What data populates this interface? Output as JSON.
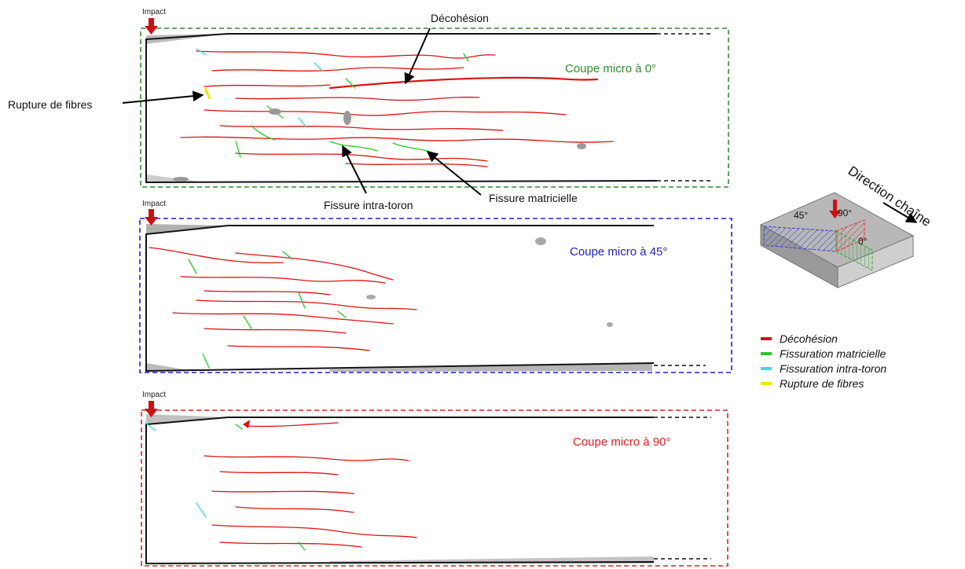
{
  "panels": [
    {
      "impact_label": "Impact",
      "title": "Coupe micro à 0°",
      "color": "#2e8b2e"
    },
    {
      "impact_label": "Impact",
      "title": "Coupe micro à 45°",
      "color": "#2222bb"
    },
    {
      "impact_label": "Impact",
      "title": "Coupe micro à 90°",
      "color": "#dd2222"
    }
  ],
  "callouts": {
    "decohesion": "Décohésion",
    "rupture_fibres": "Rupture de fibres",
    "fissure_intra_toron": "Fissure intra-toron",
    "fissure_matricielle": "Fissure matricielle"
  },
  "schematic": {
    "direction_label": "Direction chaîne",
    "angle_45": "45°",
    "angle_90": "90°",
    "angle_0": "0°"
  },
  "legend": [
    {
      "label": "Décohésion",
      "color": "#dd1111"
    },
    {
      "label": "Fissuration matricielle",
      "color": "#22cc22"
    },
    {
      "label": "Fissuration intra-toron",
      "color": "#33dddd"
    },
    {
      "label": "Rupture de fibres",
      "color": "#f2e600"
    }
  ],
  "colors": {
    "crack_red": "#dd1111",
    "crack_green": "#22cc22",
    "crack_cyan": "#33dddd",
    "crack_yellow": "#f2e600",
    "impact_arrow": "#cc1111"
  }
}
